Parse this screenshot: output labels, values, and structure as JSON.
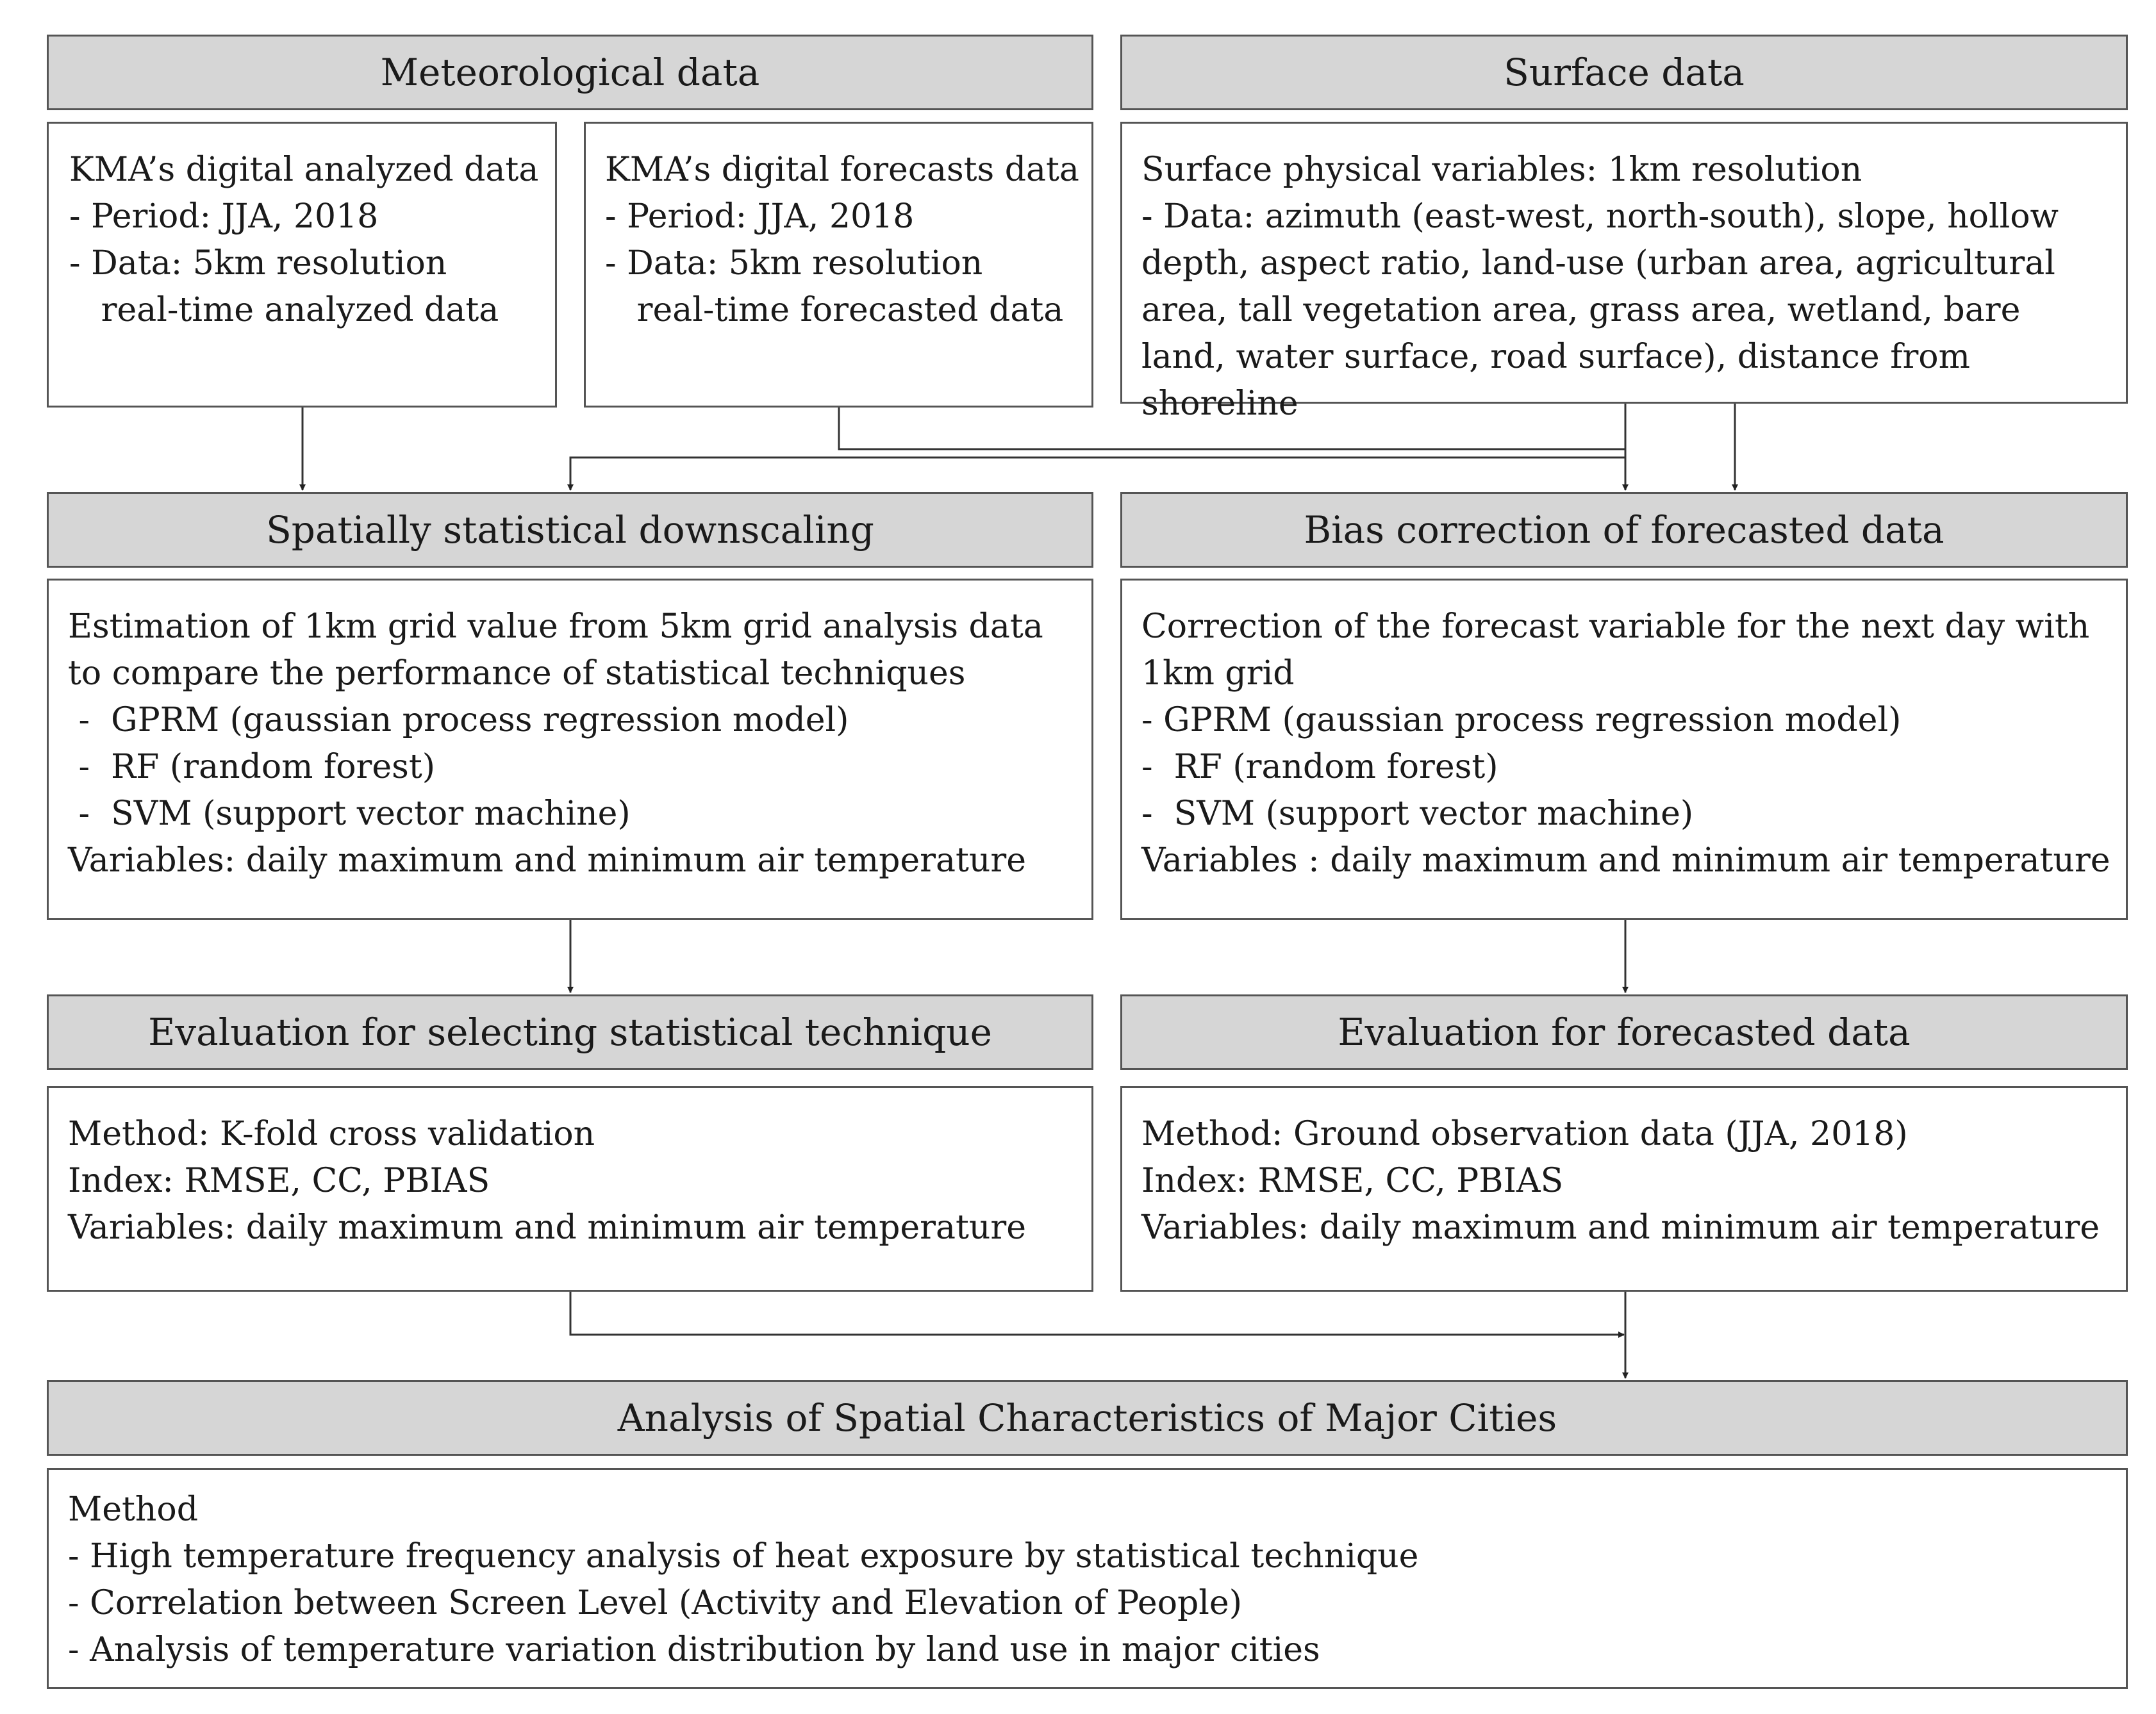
{
  "meteorological": {
    "header": "Meteorological data",
    "analyzed": [
      "KMA’s digital analyzed data",
      "- Period: JJA, 2018",
      "- Data: 5km resolution",
      "   real-time analyzed data"
    ],
    "forecasts": [
      "KMA’s digital forecasts data",
      "- Period: JJA, 2018",
      "- Data: 5km resolution",
      "   real-time forecasted data"
    ]
  },
  "surface": {
    "header": "Surface data",
    "title": "Surface physical variables: 1km resolution",
    "detail": "- Data: azimuth (east-west, north-south), slope, hollow depth, aspect ratio, land-use (urban area, agricultural area, tall vegetation area, grass area, wetland, bare land, water surface, road surface), distance from shoreline"
  },
  "downscaling": {
    "header": "Spatially statistical downscaling",
    "intro": "Estimation of 1km grid value from 5km grid analysis data to compare the performance of statistical techniques",
    "items": [
      " -  GPRM (gaussian process regression model)",
      " -  RF (random forest)",
      " -  SVM (support vector machine)"
    ],
    "variables": "Variables: daily maximum and minimum air temperature"
  },
  "bias": {
    "header": "Bias correction of forecasted data",
    "intro": "Correction of the forecast variable for the next day with 1km grid",
    "items": [
      "- GPRM (gaussian process regression model)",
      "-  RF (random forest)",
      "-  SVM (support vector machine)"
    ],
    "variables": "Variables : daily maximum and minimum air temperature"
  },
  "eval_select": {
    "header": "Evaluation for selecting statistical technique",
    "lines": [
      "Method: K-fold cross validation",
      "Index: RMSE, CC, PBIAS",
      "Variables: daily maximum and minimum air temperature"
    ]
  },
  "eval_forecast": {
    "header": "Evaluation for forecasted data",
    "lines": [
      "Method: Ground observation data (JJA, 2018)",
      "Index: RMSE, CC, PBIAS",
      "Variables: daily maximum and minimum air temperature"
    ]
  },
  "analysis": {
    "header": "Analysis of Spatial Characteristics of Major Cities",
    "lines": [
      "Method",
      "- High temperature frequency analysis of heat exposure by statistical technique",
      "- Correlation between Screen Level (Activity and Elevation of People)",
      "- Analysis of temperature variation distribution by land use in major cities"
    ]
  }
}
